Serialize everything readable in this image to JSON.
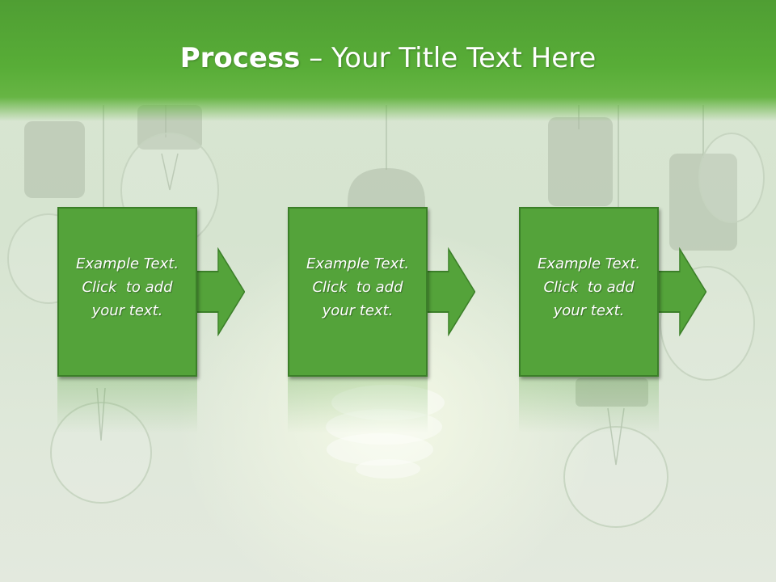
{
  "title": {
    "bold": "Process",
    "rest": " – Your Title Text Here"
  },
  "steps": [
    {
      "lines": [
        "Example Text.",
        "Click  to add",
        "your text."
      ]
    },
    {
      "lines": [
        "Example Text.",
        "Click  to add",
        "your text."
      ]
    },
    {
      "lines": [
        "Example Text.",
        "Click  to add",
        "your text."
      ]
    }
  ],
  "colors": {
    "header_green": "#58ad37",
    "box_green": "#54a33a",
    "box_border": "#3b7f28",
    "text": "#ffffff"
  },
  "background_image": "hanging-light-bulbs"
}
